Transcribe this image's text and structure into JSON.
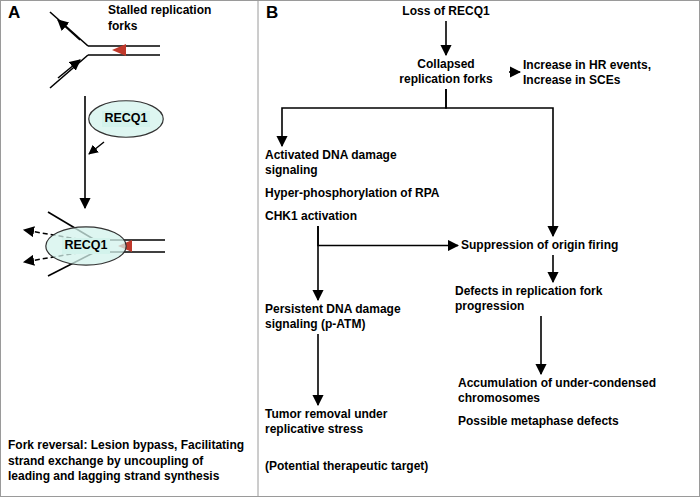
{
  "diagram": {
    "nodes": [
      {
        "text": [
          "RECQ1"
        ]
      },
      {
        "text": [
          "RECQ1"
        ]
      },
      {
        "text": [
          "Loss of RECQ1"
        ]
      },
      {
        "text": [
          "Collapsed replication forks"
        ]
      },
      {
        "text": [
          "Increase in HR events, Increase in SCEs"
        ]
      },
      {
        "text": [
          "Activated DNA damage signaling",
          "Hyper-phosphorylation of RPA",
          "CHK1 activation"
        ]
      },
      {
        "text": [
          "Suppression of origin firing"
        ]
      },
      {
        "text": [
          "Defects in replication fork progression"
        ]
      },
      {
        "text": [
          "Persistent DNA damage signaling (p-ATM)"
        ]
      },
      {
        "text": [
          "Accumulation of under-condensed chromosomes",
          "Possible metaphase defects"
        ]
      },
      {
        "text": [
          "Tumor removal under replicative stress",
          "(Potential therapeutic target)"
        ]
      }
    ],
    "edges": [
      {
        "from": 2,
        "to": 3,
        "arrow": "to"
      },
      {
        "from": 3,
        "to": 4,
        "arrow": "to"
      },
      {
        "from": 3,
        "to": 5,
        "arrow": "to"
      },
      {
        "from": 3,
        "to": 6,
        "arrow": "to"
      },
      {
        "from": 5,
        "to": 6,
        "arrow": "to"
      },
      {
        "from": 6,
        "to": 7,
        "arrow": "to"
      },
      {
        "from": 5,
        "to": 8,
        "arrow": "to"
      },
      {
        "from": 7,
        "to": 9,
        "arrow": "to"
      },
      {
        "from": 8,
        "to": 10,
        "arrow": "to"
      }
    ],
    "labels": [
      "A",
      "B",
      "Stalled replication forks",
      "Fork reversal: Lesion bypass, Facilitating strand exchange by uncoupling of leading and lagging strand synthesis"
    ]
  }
}
